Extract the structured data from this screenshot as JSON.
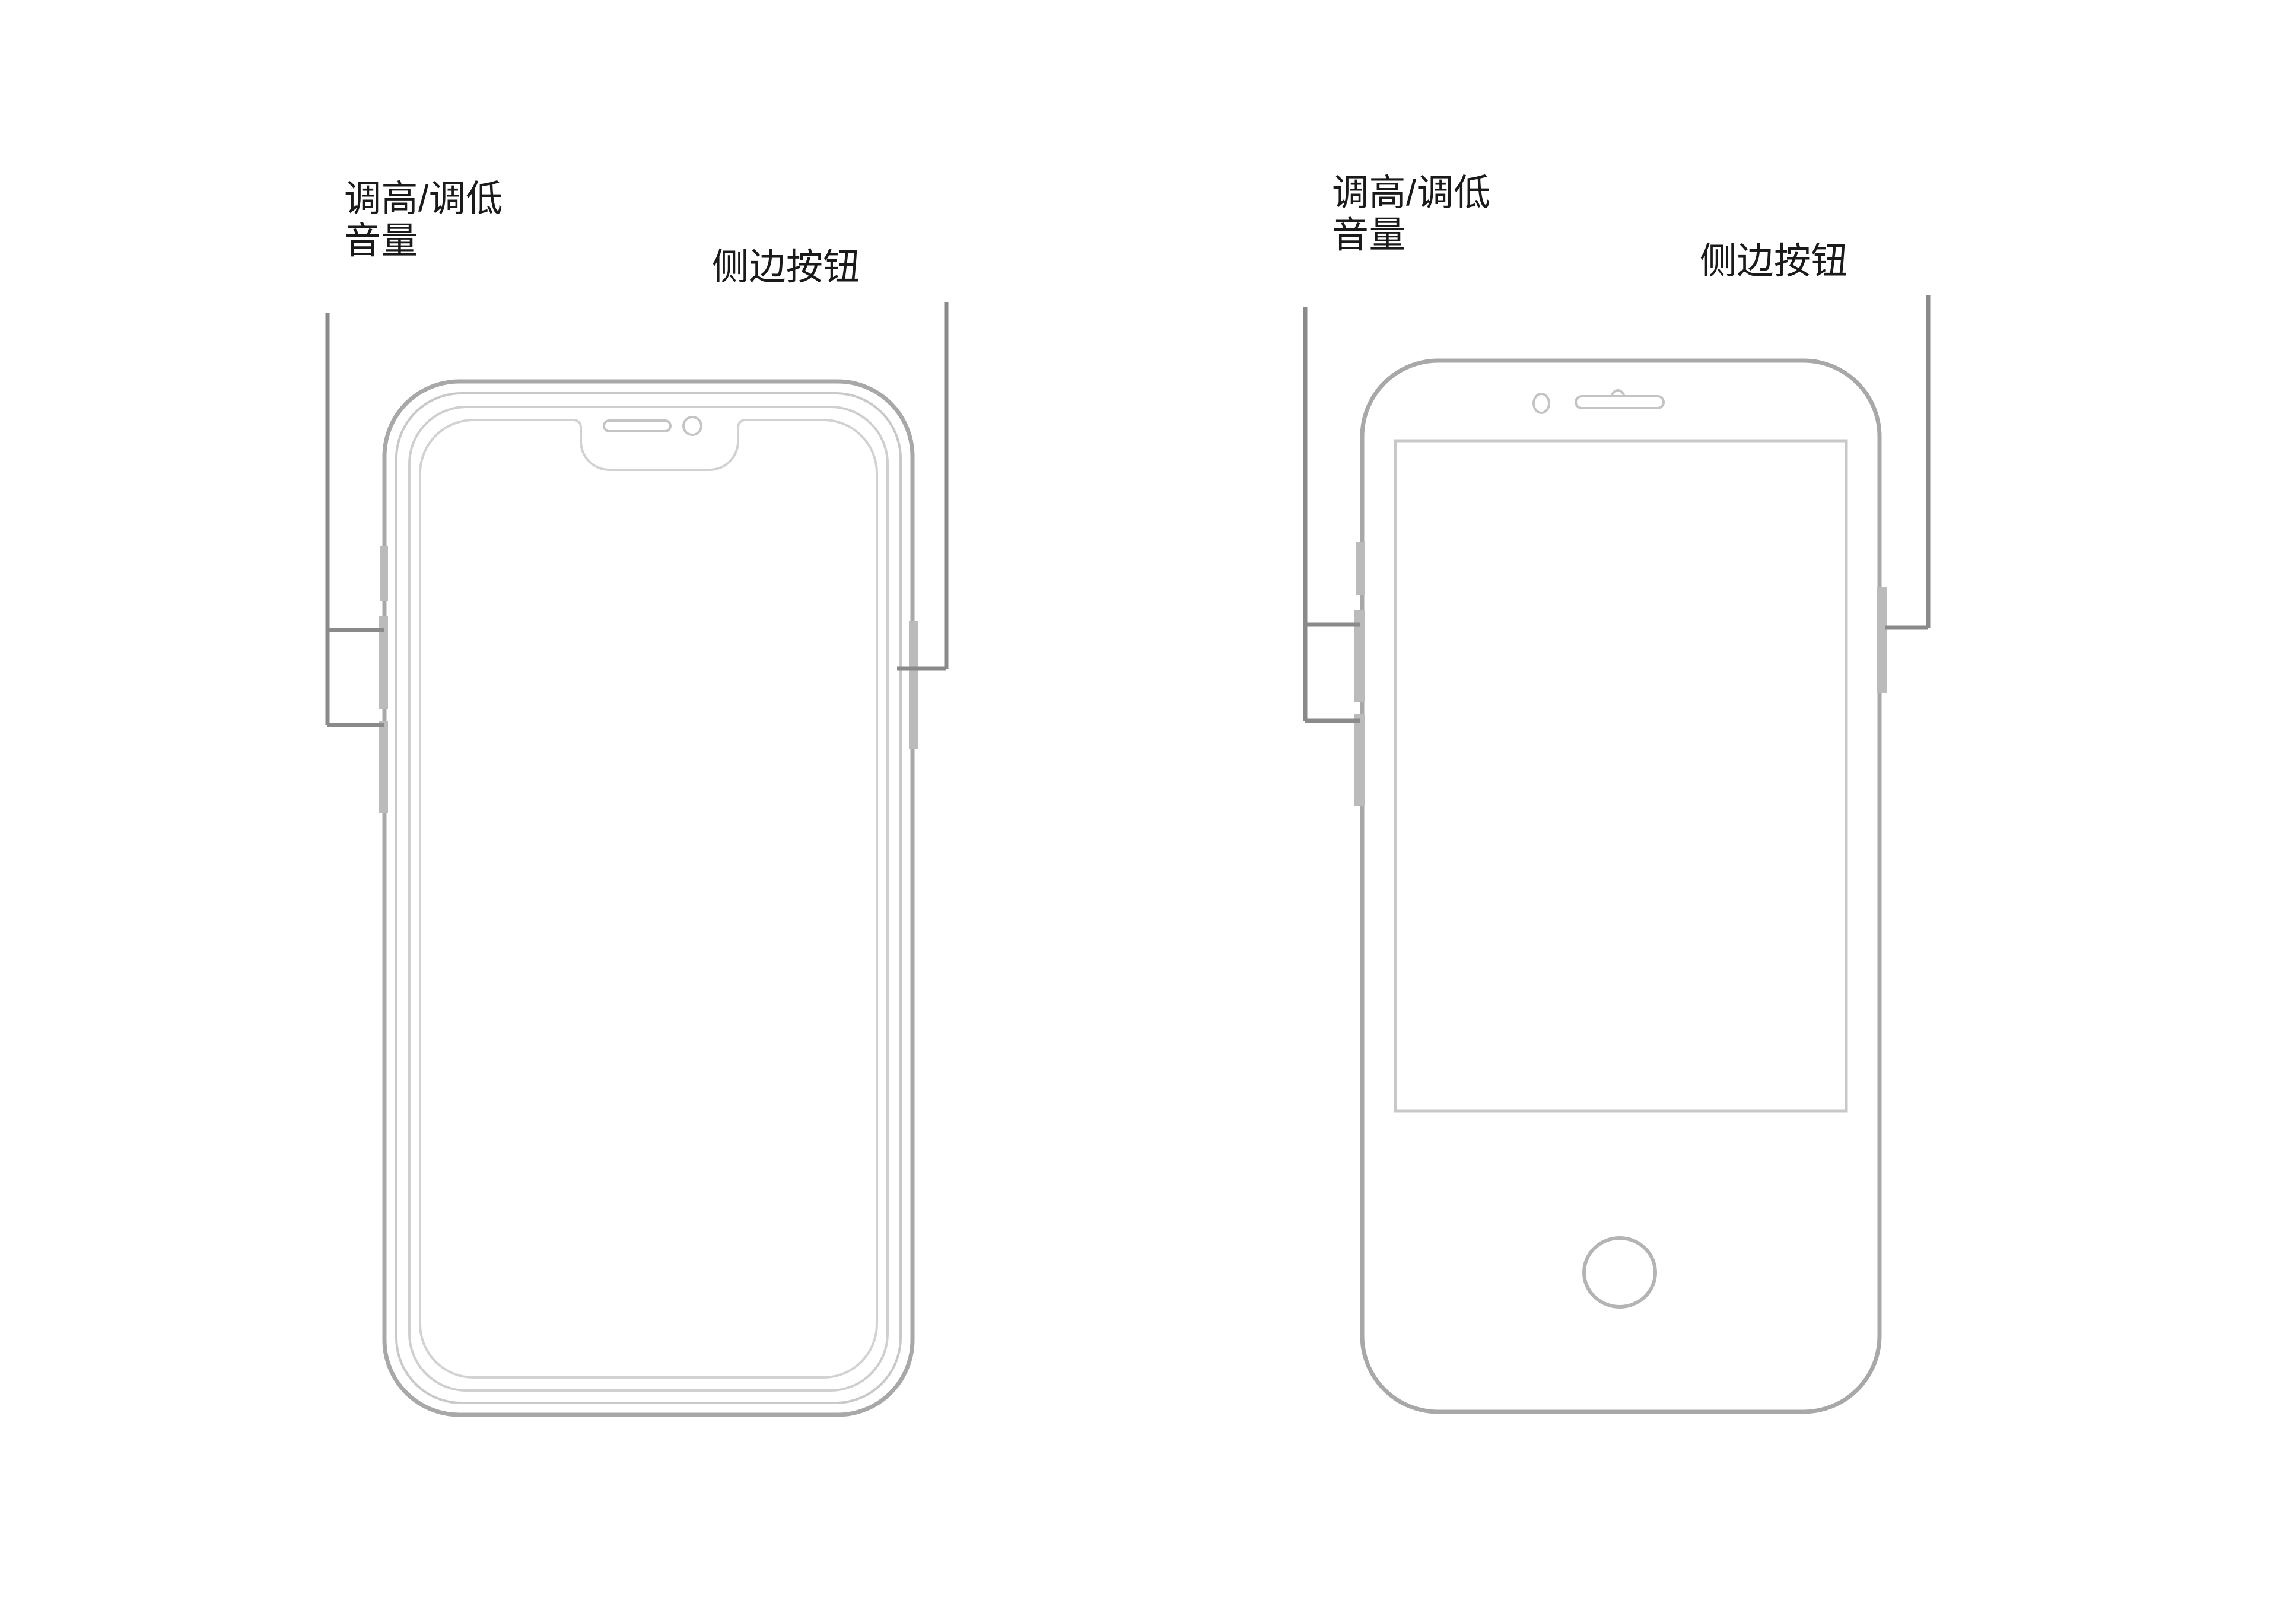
{
  "document": {
    "type": "instructional-line-diagram",
    "subject": "iPhone button locations",
    "background_color": "#ffffff",
    "outline_color": "#b0b0b0",
    "outline_color_dark": "#a0a0a0",
    "leader_color": "#7a7a7a",
    "text_color": "#1a1a1a"
  },
  "figures": [
    {
      "id": "phone-face-id",
      "position": "left",
      "model_style": "full-screen-with-notch",
      "callouts": [
        {
          "id": "left-volume",
          "text": "调高/调低\n音量",
          "line1": "调高/调低",
          "line2": "音量",
          "points_to": "volume-up-and-down-buttons",
          "leader_side": "left",
          "tick_count": 2
        },
        {
          "id": "left-side-button",
          "text": "侧边按钮",
          "line1": "侧边按钮",
          "points_to": "side-button",
          "leader_side": "right",
          "tick_count": 1
        }
      ],
      "parts": [
        "outer-frame",
        "inner-bezel",
        "screen-with-notch",
        "earpiece-speaker-slot",
        "front-camera",
        "ring-silent-switch",
        "volume-up-button",
        "volume-down-button",
        "side-button"
      ]
    },
    {
      "id": "phone-home-button",
      "position": "right",
      "model_style": "home-button-with-bezels",
      "callouts": [
        {
          "id": "right-volume",
          "text": "调高/调低\n音量",
          "line1": "调高/调低",
          "line2": "音量",
          "points_to": "volume-up-and-down-buttons",
          "leader_side": "left",
          "tick_count": 2
        },
        {
          "id": "right-side-button",
          "text": "侧边按钮",
          "line1": "侧边按钮",
          "points_to": "side-button",
          "leader_side": "right",
          "tick_count": 1
        }
      ],
      "parts": [
        "outer-frame",
        "screen",
        "earpiece-speaker-slot",
        "front-camera",
        "ambient-light-sensor",
        "home-button",
        "ring-silent-switch",
        "volume-up-button",
        "volume-down-button",
        "side-button"
      ]
    }
  ]
}
